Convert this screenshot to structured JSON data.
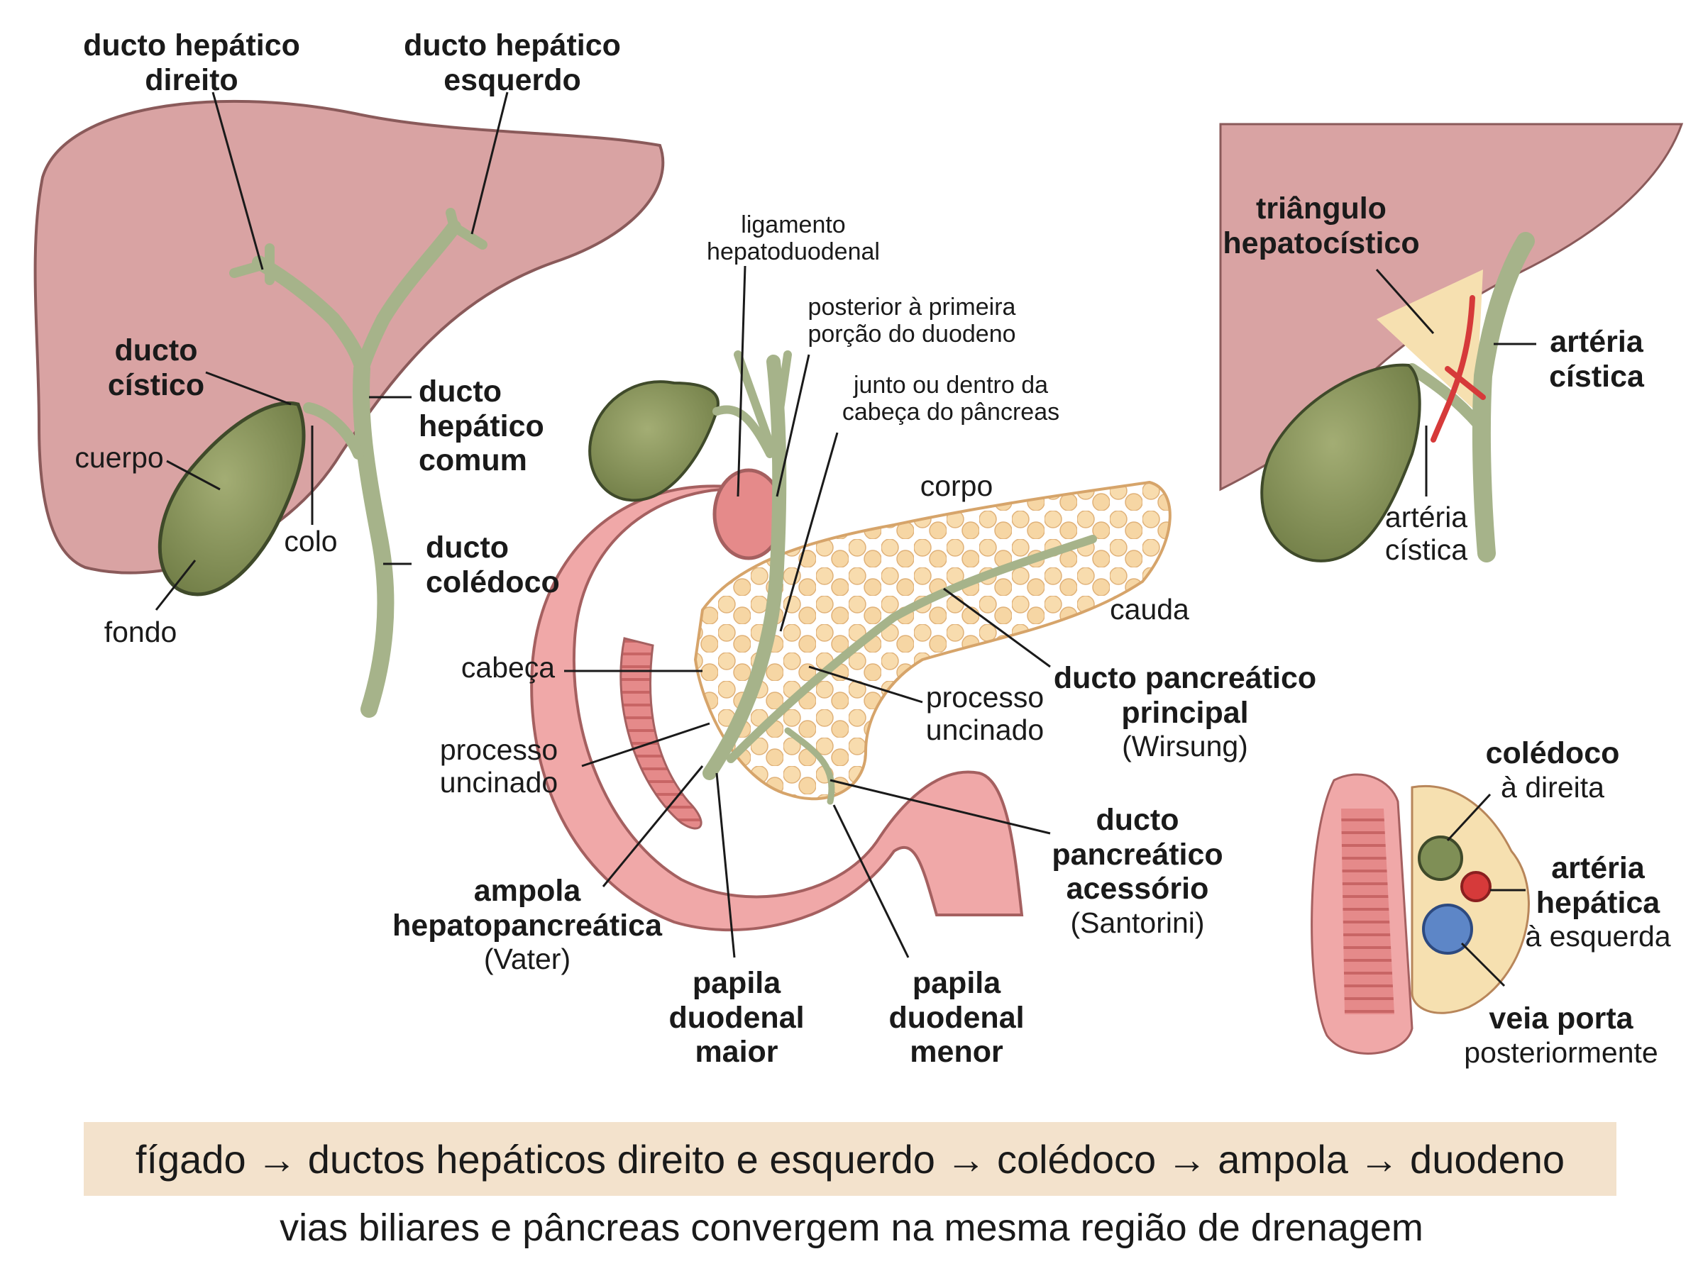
{
  "labels": {
    "ducto_hepatico_direito": [
      "ducto hepático",
      "direito"
    ],
    "ducto_hepatico_esquerdo": [
      "ducto hepático",
      "esquerdo"
    ],
    "ducto_cistico": [
      "ducto",
      "cístico"
    ],
    "cuerpo": "cuerpo",
    "colo": "colo",
    "fondo": "fondo",
    "ducto_hepatico_comum": [
      "ducto",
      "hepático",
      "comum"
    ],
    "ducto_coledoco": [
      "ducto",
      "colédoco"
    ],
    "ligamento_hepatoduodenal": [
      "ligamento",
      "hepatoduodenal"
    ],
    "posterior_duodeno": [
      "posterior à primeira",
      "porção do duodeno"
    ],
    "junto_pancreas": [
      "junto ou dentro da",
      "cabeça do pâncreas"
    ],
    "corpo": "corpo",
    "cauda": "cauda",
    "cabeca": "cabeça",
    "processo_uncinado_left": [
      "processo",
      "uncinado"
    ],
    "processo_uncinado_mid": [
      "processo",
      "uncinado"
    ],
    "ducto_pancreatico_principal": [
      "ducto pancreático",
      "principal",
      "(Wirsung)"
    ],
    "ducto_pancreatico_acessorio": [
      "ducto",
      "pancreático",
      "acessório",
      "(Santorini)"
    ],
    "ampola": [
      "ampola",
      "hepatopancreática",
      "(Vater)"
    ],
    "papila_maior": [
      "papila",
      "duodenal",
      "maior"
    ],
    "papila_menor": [
      "papila",
      "duodenal",
      "menor"
    ],
    "triangulo": [
      "triângulo",
      "hepatocístico"
    ],
    "arteria_cistica_right": [
      "artéria",
      "cística"
    ],
    "arteria_cistica_bottom": [
      "artéria",
      "cística"
    ],
    "coledoco_direita": [
      "colédoco",
      "à direita"
    ],
    "arteria_hepatica": [
      "artéria",
      "hepática",
      "à esquerda"
    ],
    "veia_porta": [
      "veia porta",
      "posteriormente"
    ]
  },
  "footer": {
    "flow": "fígado → ductos hepáticos direito e esquerdo → colédoco → ampola → duodeno",
    "summary": "vias biliares e pâncreas convergem na mesma região de drenagem"
  },
  "colors": {
    "liver": "#d9a3a3",
    "bile_duct": "#a6b38a",
    "gallbladder": "#8d9a62",
    "pancreas": "#f4d3a2",
    "duodenum": "#f0a8a8",
    "artery": "#d63a3a",
    "vein": "#5d86c7",
    "footer_band": "#f3e2cc"
  }
}
